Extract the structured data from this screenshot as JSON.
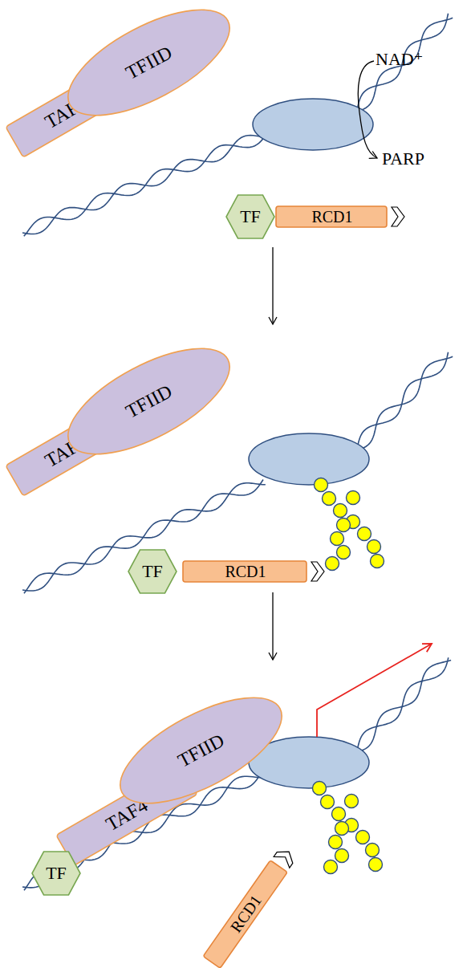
{
  "diagram": {
    "nodes": [
      {
        "text": [
          "TAF4"
        ]
      },
      {
        "text": [
          "TFIID"
        ]
      },
      {
        "text": [
          "TF"
        ]
      },
      {
        "text": [
          "RCD1"
        ]
      },
      {
        "text": [
          "TAF4"
        ]
      },
      {
        "text": [
          "TFIID"
        ]
      },
      {
        "text": [
          "TF"
        ]
      },
      {
        "text": [
          "RCD1"
        ]
      },
      {
        "text": [
          "TAF4"
        ]
      },
      {
        "text": [
          "TFIID"
        ]
      },
      {
        "text": [
          "TF"
        ]
      },
      {
        "text": [
          "RCD1"
        ]
      }
    ],
    "labels": [
      "NAD⁺",
      "PARP"
    ]
  }
}
